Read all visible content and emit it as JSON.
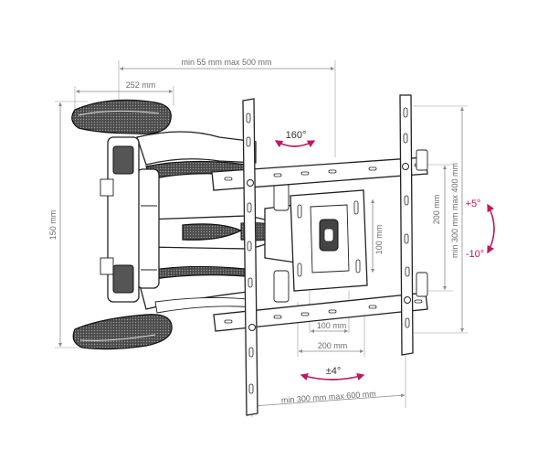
{
  "dimensions": {
    "top_span": "min 55 mm max 500 mm",
    "arm_width": "252 mm",
    "wall_plate_height": "150 mm",
    "vesa_h_small": "100 mm",
    "vesa_h_mid": "200 mm",
    "vesa_h_range": "min 300 mm max 600 mm",
    "vesa_v_small": "100 mm",
    "vesa_v_mid": "200 mm",
    "vesa_v_range": "min 300 mm max 400 mm"
  },
  "angles": {
    "swivel": "160°",
    "tilt_up": "+5°",
    "tilt_down": "-10°",
    "rotation": "±4°"
  },
  "colors": {
    "accent": "#c2185b",
    "dimension": "#8a8a8a",
    "outline": "#222222"
  }
}
